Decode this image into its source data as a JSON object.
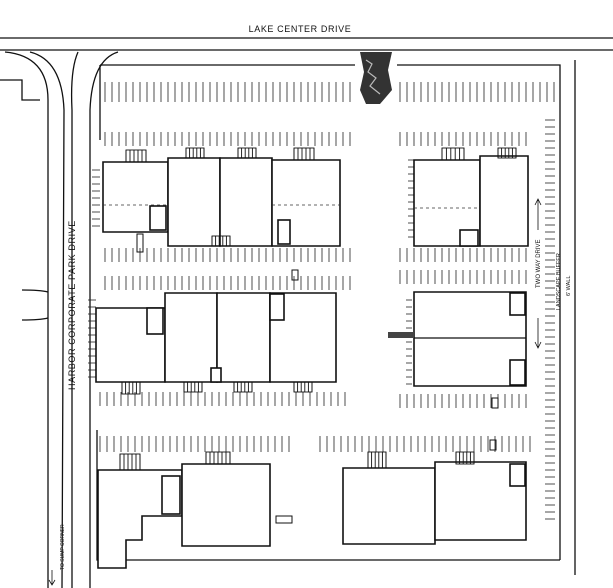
{
  "labels": {
    "north_street": "LAKE CENTER DRIVE",
    "west_street": "HARBOR CORPORATE PARK DRIVE",
    "two_way_drive": "TWO WAY DRIVE",
    "landscape_buffer": "LANDSCAPE BUFFER",
    "wall": "6' WALL",
    "to_sump_corner": "TO SUMP CORNER"
  },
  "icons": {
    "tree": "tree-icon",
    "arrow": "arrow-icon"
  },
  "colors": {
    "ink": "#111111",
    "paper": "#ffffff"
  }
}
